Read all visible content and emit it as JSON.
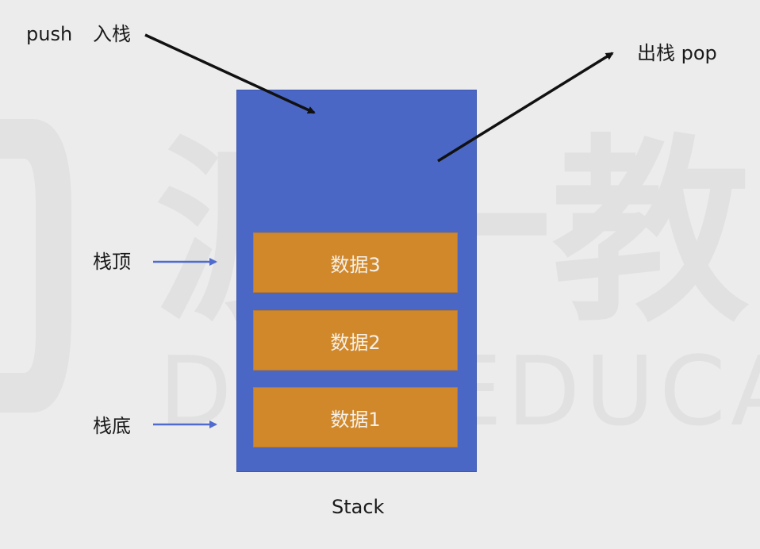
{
  "labels": {
    "push": "push",
    "push_cn": "入栈",
    "pop": "出栈 pop",
    "top": "栈顶",
    "bottom": "栈底",
    "stack": "Stack"
  },
  "blocks": [
    "数据3",
    "数据2",
    "数据1"
  ],
  "watermark": {
    "line1": "渡一教",
    "line2": "DUYI EDUCAT"
  },
  "colors": {
    "background": "#ececec",
    "stack": "#4b67c6",
    "block": "#d1882b",
    "block_text": "#f5f0e8",
    "black_arrow": "#111111",
    "blue_arrow": "#4f6bd0"
  }
}
